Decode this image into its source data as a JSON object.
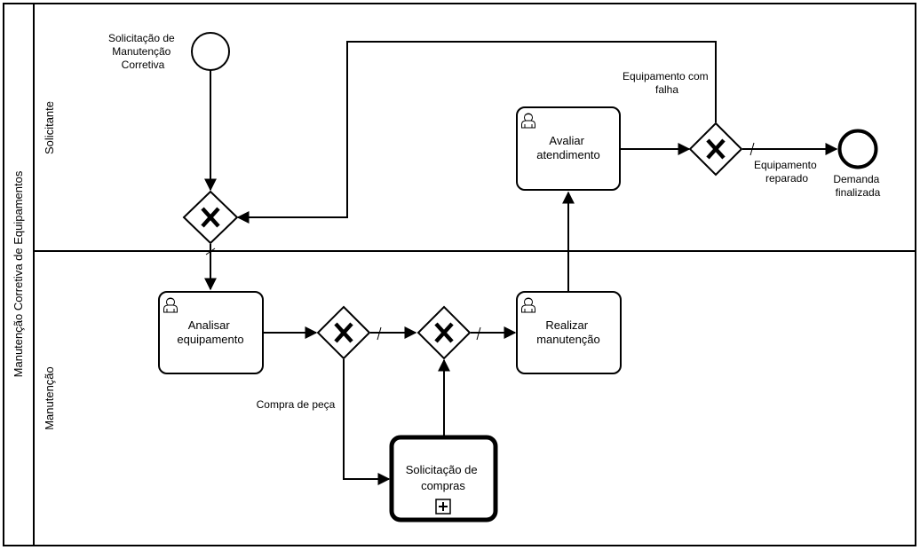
{
  "pool": {
    "label": "Manutenção Corretiva de Equipamentos"
  },
  "lanes": [
    {
      "label": "Solicitante"
    },
    {
      "label": "Manutenção"
    }
  ],
  "events": {
    "start": {
      "label_lines": [
        "Solicitação de",
        "Manutenção",
        "Corretiva"
      ]
    },
    "end": {
      "label_lines": [
        "Demanda",
        "finalizada"
      ]
    }
  },
  "tasks": {
    "analisar": {
      "lines": [
        "Analisar",
        "equipamento"
      ],
      "type": "user-task"
    },
    "realizar": {
      "lines": [
        "Realizar",
        "manutenção"
      ],
      "type": "user-task"
    },
    "avaliar": {
      "lines": [
        "Avaliar",
        "atendimento"
      ],
      "type": "user-task"
    },
    "compras": {
      "lines": [
        "Solicitação de",
        "compras"
      ],
      "type": "collapsed-subprocess"
    }
  },
  "flow_labels": {
    "compra_peca": "Compra de peça",
    "falha": [
      "Equipamento com",
      "falha"
    ],
    "reparado": [
      "Equipamento",
      "reparado"
    ]
  },
  "icons": {
    "user": "user-icon",
    "gateway": "exclusive-gateway-icon",
    "subprocess": "plus-box-icon"
  }
}
